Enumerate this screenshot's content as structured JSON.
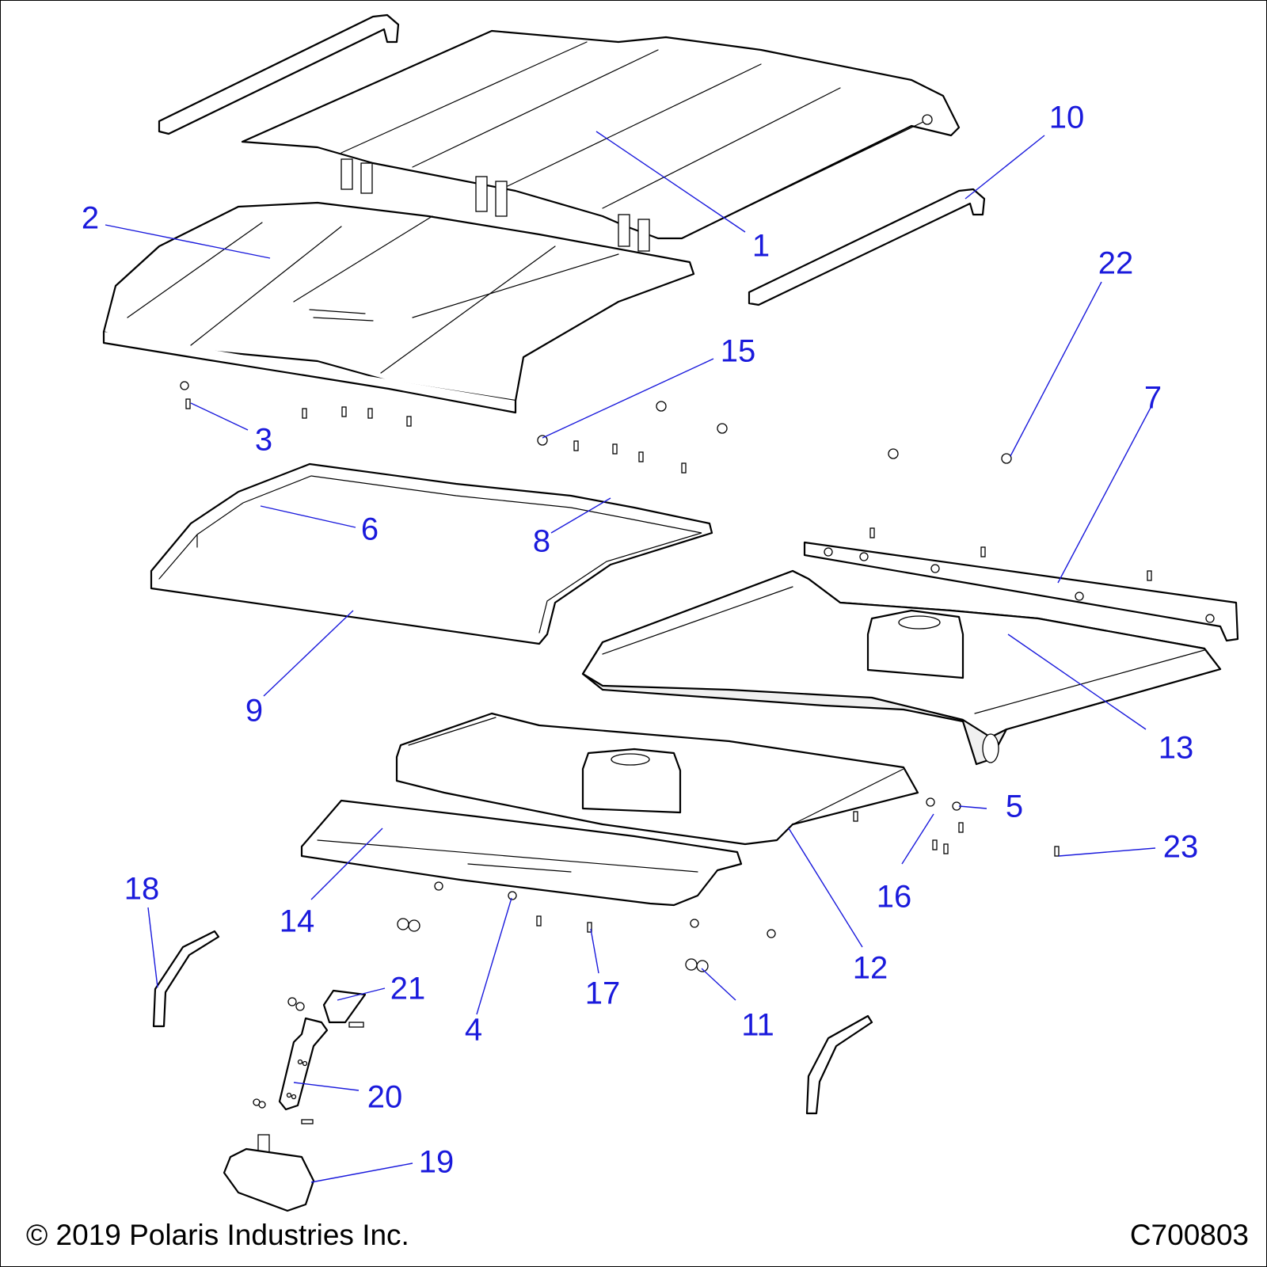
{
  "diagram": {
    "callouts": [
      {
        "id": "1",
        "label": "1"
      },
      {
        "id": "2",
        "label": "2"
      },
      {
        "id": "3",
        "label": "3"
      },
      {
        "id": "4",
        "label": "4"
      },
      {
        "id": "5",
        "label": "5"
      },
      {
        "id": "6",
        "label": "6"
      },
      {
        "id": "7",
        "label": "7"
      },
      {
        "id": "8",
        "label": "8"
      },
      {
        "id": "9",
        "label": "9"
      },
      {
        "id": "10",
        "label": "10"
      },
      {
        "id": "11",
        "label": "11"
      },
      {
        "id": "12",
        "label": "12"
      },
      {
        "id": "13",
        "label": "13"
      },
      {
        "id": "14",
        "label": "14"
      },
      {
        "id": "15",
        "label": "15"
      },
      {
        "id": "16",
        "label": "16"
      },
      {
        "id": "17",
        "label": "17"
      },
      {
        "id": "18",
        "label": "18"
      },
      {
        "id": "19",
        "label": "19"
      },
      {
        "id": "20",
        "label": "20"
      },
      {
        "id": "21",
        "label": "21"
      },
      {
        "id": "22",
        "label": "22"
      },
      {
        "id": "23",
        "label": "23"
      }
    ]
  },
  "footer": {
    "copyright": "© 2019 Polaris Industries Inc.",
    "drawing_number": "C700803"
  },
  "colors": {
    "callout": "#1a1adc",
    "line_art": "#000000",
    "background": "#ffffff"
  }
}
